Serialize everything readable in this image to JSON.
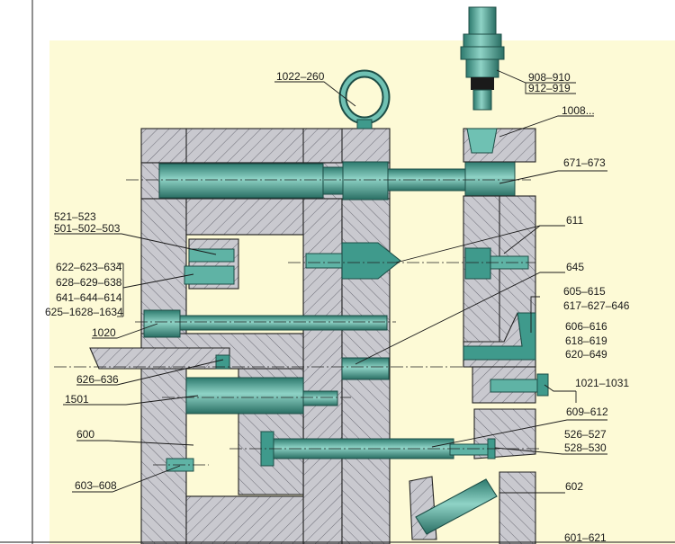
{
  "colors": {
    "background": "#fdfad6",
    "page": "#ffffff",
    "plate_fill": "#c9c9cf",
    "hatch_line": "#6e6e78",
    "part_fill": "#3f9a8c",
    "part_highlight": "#8fd3c6",
    "part_dark": "#1d4d46",
    "text": "#1a1a1a"
  },
  "labels": {
    "l_1022_260": "1022–260",
    "l_908_910": "908–910",
    "l_912_919": "912–919",
    "l_1008": "1008...",
    "l_671_673": "671–673",
    "l_521_523": "521–523",
    "l_501_502_503": "501–502–503",
    "l_611": "611",
    "l_622_623_634": "622–623–634",
    "l_628_629_638": "628–629–638",
    "l_641_644_614": "641–644–614",
    "l_625_1628_1634": "625–1628–1634",
    "l_645": "645",
    "l_605_615": "605–615",
    "l_617_627_646": "617–627–646",
    "l_606_616": "606–616",
    "l_618_619": "618–619",
    "l_620_649": "620–649",
    "l_1020": "1020",
    "l_626_636": "626–636",
    "l_1501": "1501",
    "l_1021_1031": "1021–1031",
    "l_609_612": "609–612",
    "l_600": "600",
    "l_526_527": "526–527",
    "l_528_530": "528–530",
    "l_603_608": "603–608",
    "l_602": "602",
    "l_601_621": "601–621"
  }
}
